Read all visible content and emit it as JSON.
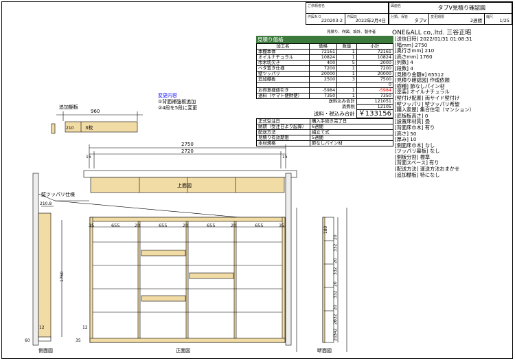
{
  "header": {
    "customer_label": "ご依頼者名",
    "drawing_name_label": "図面名",
    "drawing_title": "タブV見積り確認図",
    "order_no_label": "作図ＮＯ",
    "order_no": "220203-2",
    "drawn_date_label": "作図日",
    "drawn_date": "2022年2月4日",
    "category_label": "分類、保管",
    "category": "タブV",
    "change_period_label": "変更期限",
    "change_period": "2週間",
    "page_label": "縮尺",
    "page": "1/25",
    "company_caption": "見積り、作図、設計、製作者",
    "company": "ONE&ALL co,.ltd.  三谷正昭"
  },
  "estimate": {
    "title": "見積り価格",
    "columns": [
      "加工名",
      "価格",
      "数量",
      "小計"
    ],
    "rows": [
      [
        "本棚本体",
        "72161",
        "1",
        "72161"
      ],
      [
        "オイルナチュラル",
        "10824",
        "1",
        "10824"
      ],
      [
        "巾木切欠き",
        "400",
        "5",
        "2000"
      ],
      [
        "ベタ置き仕様",
        "7200",
        "1",
        "7200"
      ],
      [
        "壁ツッパリ",
        "20000",
        "1",
        "20000"
      ],
      [
        "追加棚板",
        "2500",
        "3",
        "7500"
      ],
      [
        "",
        "",
        "",
        "0"
      ],
      [
        "お得意様値引き",
        "-5984",
        "1",
        "-5984"
      ],
      [
        "送料（ヤマト便財便）",
        "7350",
        "1",
        "7350"
      ]
    ],
    "tax_incl_label": "送料込み合計",
    "tax_incl": "121051",
    "consumption_tax_label": "消費税",
    "consumption_tax": "12105",
    "total_label": "送料・税込み合計",
    "total": "￥133156"
  },
  "order_info": {
    "rows": [
      [
        "正式受注日",
        "購入手続き完了日"
      ],
      [
        "納期（受注日より起算）",
        "6週間"
      ],
      [
        "配送方法",
        "組立て式"
      ],
      [
        "見積り有効期限",
        "5週間"
      ],
      [
        "本材規格",
        "節なしパイン材"
      ]
    ]
  },
  "spec_lines": [
    "[送信日時] 2022/01/31 01:08:31",
    "[幅mm] 2750",
    "[奥行きmm] 210",
    "[高さmm] 1760",
    "[列数] 4",
    "[段数] 4",
    "[見積り金額¥] 65512",
    "[見積り確認図] 作成依頼",
    "[樹種] 節なしパイン材",
    "[塗装] オイルナチュラル",
    "[壁付け配置] 両サイド壁付け",
    "[壁ツッパリ] 壁ツッパリ希望",
    "[購入家屋] 集合住宅（マンション）",
    "[底板板高さ] 0",
    "[設置床材質] 畳",
    "[背面床巾木] 有り",
    "[高さ] 50",
    "[厚み] 10",
    "[側面床巾木] なし",
    "[ツッパリ幕板] なし",
    "[側板分割] 標準",
    "[背面スペース] 有り",
    "[配送方法] 運送方法おまかせ",
    "[追加棚板] 特になし"
  ],
  "changes": {
    "title": "変更内容",
    "items": [
      "①背面補強板追加",
      "②4段を5段に変更"
    ]
  },
  "drawing": {
    "extra_shelf_label": "追加棚板",
    "extra_shelf_width": "960",
    "extra_shelf_depth": "210",
    "extra_shelf_qty": "3枚",
    "total_width": "2750",
    "inner_width": "2720",
    "side_15_left": "15",
    "side_15_right": "15",
    "top_view_label": "上面図",
    "tsuppari_label": "壁ツッパリ仕様",
    "side_depth": "210.8",
    "height": "1760",
    "base_60": "60",
    "base_12": "12",
    "front_dims": [
      "35",
      "655",
      "20",
      "655",
      "20",
      "655",
      "20",
      "655",
      "35"
    ],
    "front_12": "12",
    "front_35": "35",
    "side_view_label": "側面図",
    "front_view_label": "正面図",
    "section_view_label": "断面図",
    "section_top": "180",
    "section_dims": [
      "20",
      "332",
      "20",
      "332",
      "20",
      "332",
      "20",
      "332",
      "20",
      "342",
      "20"
    ]
  }
}
